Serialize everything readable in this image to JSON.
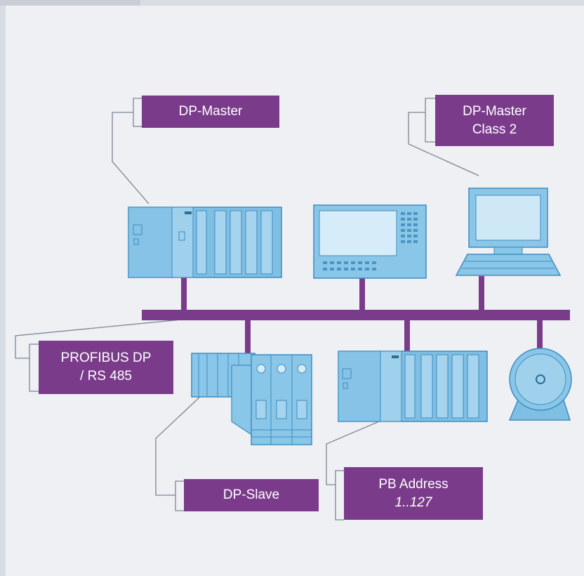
{
  "labels": {
    "dp_master": "DP-Master",
    "dp_master_class2_line1": "DP-Master",
    "dp_master_class2_line2": "Class 2",
    "profibus_line1": "PROFIBUS DP",
    "profibus_line2": "/ RS 485",
    "dp_slave": "DP-Slave",
    "pb_address_line1": "PB Address",
    "pb_address_line2": "1..127"
  },
  "colors": {
    "label_bg": "#7a3c8a",
    "bus": "#7a3c8a",
    "device_fill": "#7fbfe3",
    "device_stroke": "#3d8dbf",
    "background": "#eef0f4"
  },
  "icons": [
    "plc-controller-icon",
    "hmi-panel-icon",
    "pc-workstation-icon",
    "io-module-icon",
    "motor-drive-icon"
  ]
}
